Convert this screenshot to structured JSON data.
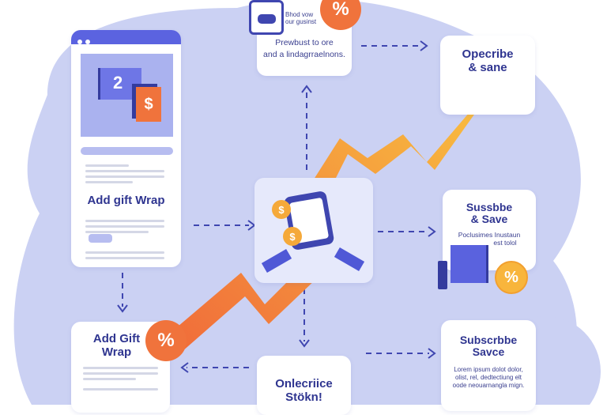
{
  "colors": {
    "accent": "#5b63e0",
    "blob": "#cbd1f3",
    "orange": "#f0703a",
    "yellow": "#f8b53c",
    "text": "#2f3590"
  },
  "top_card": {
    "icon_text_1": "Bhod vow",
    "icon_text_2": "our gusinst",
    "line1": "Prewbust to ore",
    "line2": "and a lindagrraelnons.",
    "percent": "%"
  },
  "top_right_card": {
    "title_1": "Opecribe",
    "title_2": "& sane"
  },
  "phone_card": {
    "cart_number": "2",
    "dollar": "$",
    "title": "Add gift Wrap"
  },
  "center_card": {
    "coin_1": "$",
    "coin_2": "$"
  },
  "subscribe_card": {
    "title_1": "Sussbbe",
    "title_2": "& Save",
    "desc_1": "Poclusimes Inustaun",
    "desc_2": "est tolol",
    "percent": "%"
  },
  "subscribe_save_card": {
    "title_1": "Subscrbbe",
    "title_2": "Savce",
    "desc_1": "Lorem ipsum dolot dolor,",
    "desc_2": "olist, rel, dedtectiung elt",
    "desc_3": "oode neouarnangla mign."
  },
  "gift_card": {
    "title_1": "Add Gift",
    "title_2": "Wrap",
    "percent": "%"
  },
  "bottom_card": {
    "title_1": "Onlecriice",
    "title_2": "Stökn!"
  }
}
